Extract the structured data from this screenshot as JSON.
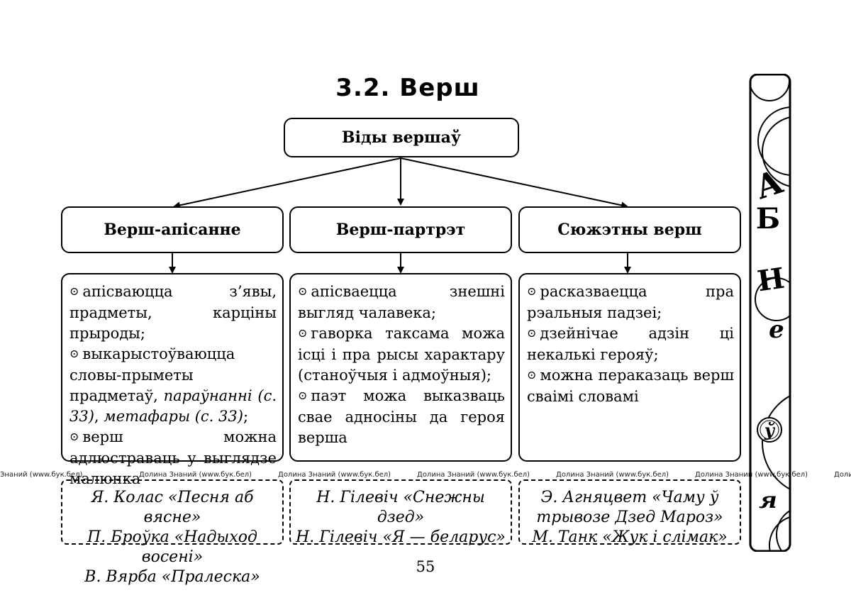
{
  "title": "3.2. Верш",
  "root": "Віды вершаў",
  "categories": [
    {
      "label": "Верш-апісанне",
      "features": [
        {
          "parts": [
            {
              "t": "апісваюцца з’явы, прадметы, карціны прыроды;"
            }
          ]
        },
        {
          "parts": [
            {
              "t": "выкарыстоўваюцца словы-прыметы прадметаў, "
            },
            {
              "t": "параўнанні (с. 33)",
              "i": true
            },
            {
              "t": ", "
            },
            {
              "t": "метафары (с. 33)",
              "i": true
            },
            {
              "t": ";"
            }
          ]
        },
        {
          "parts": [
            {
              "t": "верш можна адлюстраваць у выглядзе малюнка"
            }
          ]
        }
      ],
      "examples": [
        "Я. Колас «Песня аб вясне»",
        "П. Броўка «Надыход восені»",
        "В. Вярба «Пралеска»"
      ]
    },
    {
      "label": "Верш-партрэт",
      "features": [
        {
          "parts": [
            {
              "t": "апісваецца знешні выгляд чалавека;"
            }
          ]
        },
        {
          "parts": [
            {
              "t": "гаворка таксама можа ісці і пра рысы характару (станоўчыя і адмоўныя);"
            }
          ]
        },
        {
          "parts": [
            {
              "t": "паэт можа выказваць свае адносіны да героя верша"
            }
          ]
        }
      ],
      "examples": [
        "Н. Гілевіч «Снежны дзед»",
        "Н. Гілевіч «Я — беларус»"
      ]
    },
    {
      "label": "Сюжэтны верш",
      "features": [
        {
          "parts": [
            {
              "t": "расказваецца пра рэальныя падзеі;"
            }
          ]
        },
        {
          "parts": [
            {
              "t": "дзейнічае адзін ці некалькі герояў;"
            }
          ]
        },
        {
          "parts": [
            {
              "t": "можна пераказаць верш сваімі словамі"
            }
          ]
        }
      ],
      "examples": [
        "Э. Агняцвет «Чаму ў трывозе Дзед Мароз»",
        "М. Танк «Жук і слімак»"
      ]
    }
  ],
  "watermark": [
    "Знаний (www.бук.бел)",
    "Долина Знаний (www.бук.бел)",
    "Долина Знаний (www.бук.бел)",
    "Долина Знаний (www.бук.бел)",
    "Долина Знаний (www.бук.бел)",
    "Долина Знаний (www.бук.бел)",
    "Долина Знаний"
  ],
  "side_letters": [
    "А",
    "Б",
    "Н",
    "е",
    "ў",
    "я"
  ],
  "page_number": "55"
}
